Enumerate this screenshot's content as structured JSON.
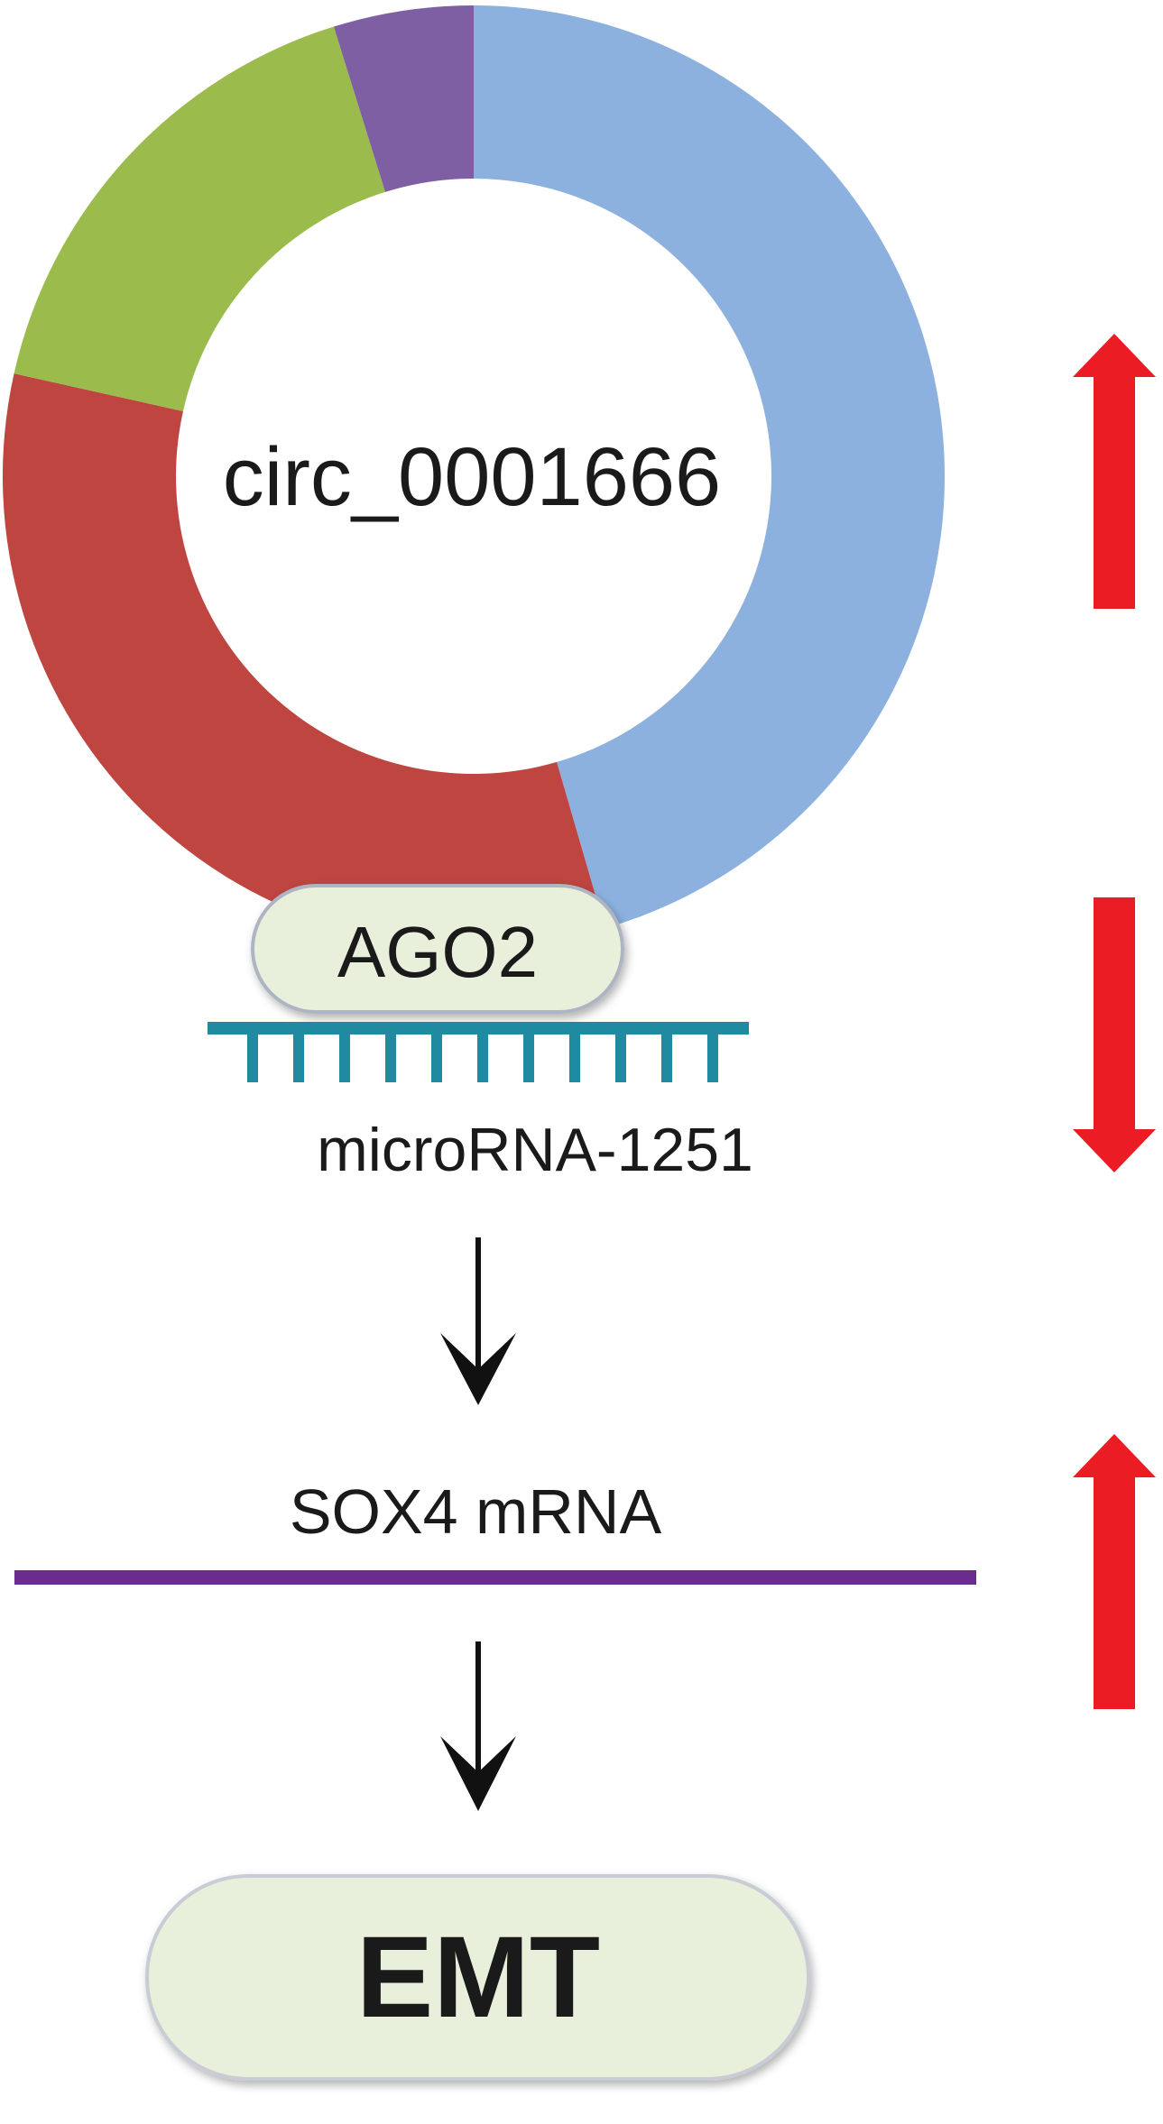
{
  "circ": {
    "label": "circ_0001666"
  },
  "ago2": {
    "label": "AGO2"
  },
  "mirna": {
    "label": "microRNA-1251"
  },
  "sox4": {
    "label": "SOX4 mRNA"
  },
  "emt": {
    "label": "EMT"
  },
  "colors": {
    "ring_blue": "#8db1de",
    "ring_red": "#be4540",
    "ring_green": "#9bbb4d",
    "ring_purple": "#7f5fa3",
    "pill_fill": "#e8f0dc",
    "mirna_teal": "#1f8aa0",
    "mrna_purple": "#6a2c91",
    "indicator_red": "#ec1c24",
    "arrow_black": "#111111"
  },
  "ring_segments": [
    {
      "name": "blue",
      "fraction": 0.455
    },
    {
      "name": "red",
      "fraction": 0.33
    },
    {
      "name": "green",
      "fraction": 0.167
    },
    {
      "name": "purple",
      "fraction": 0.048
    }
  ],
  "indicators": [
    {
      "target": "circ_0001666",
      "direction": "up"
    },
    {
      "target": "microRNA-1251",
      "direction": "down"
    },
    {
      "target": "SOX4 mRNA",
      "direction": "up"
    }
  ]
}
